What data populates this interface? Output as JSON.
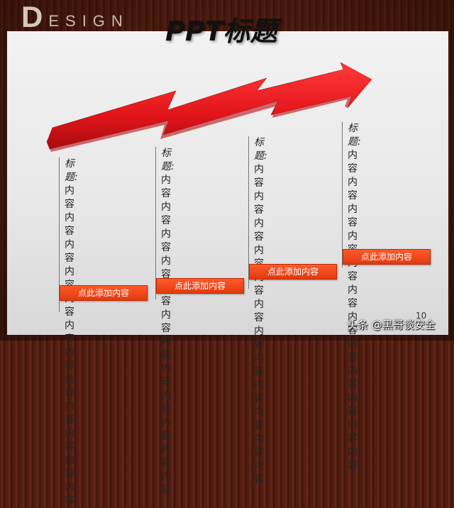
{
  "logo": {
    "first": "D",
    "rest": "ESIGN"
  },
  "title": "PPT标题",
  "columns": [
    {
      "label": "标题:",
      "rows": [
        "内容内容内容",
        "内容内容内容",
        "内容内容内容",
        "内容内容内容"
      ],
      "button": "点此添加内容"
    },
    {
      "label": "标题:",
      "rows": [
        "内容内容内容",
        "内容内容内容",
        "内容内容内容",
        "内容内容内容"
      ],
      "button": "点此添加内容"
    },
    {
      "label": "标题:",
      "rows": [
        "内容内容内容",
        "内容内容内容",
        "内容内容内容",
        "内容内容内容"
      ],
      "button": "点此添加内容"
    },
    {
      "label": "标题:",
      "rows": [
        "内容内容内容",
        "内容内容内容",
        "内容内容内容",
        "内容内容内容"
      ],
      "button": "点此添加内容"
    }
  ],
  "page_number": "10",
  "watermark": "头条 @黑哥谈安全",
  "colors": {
    "arrow": "#e3151a",
    "button": "#ff4a1c",
    "slide": "#eeeeee",
    "wood": "#4a1a10"
  }
}
